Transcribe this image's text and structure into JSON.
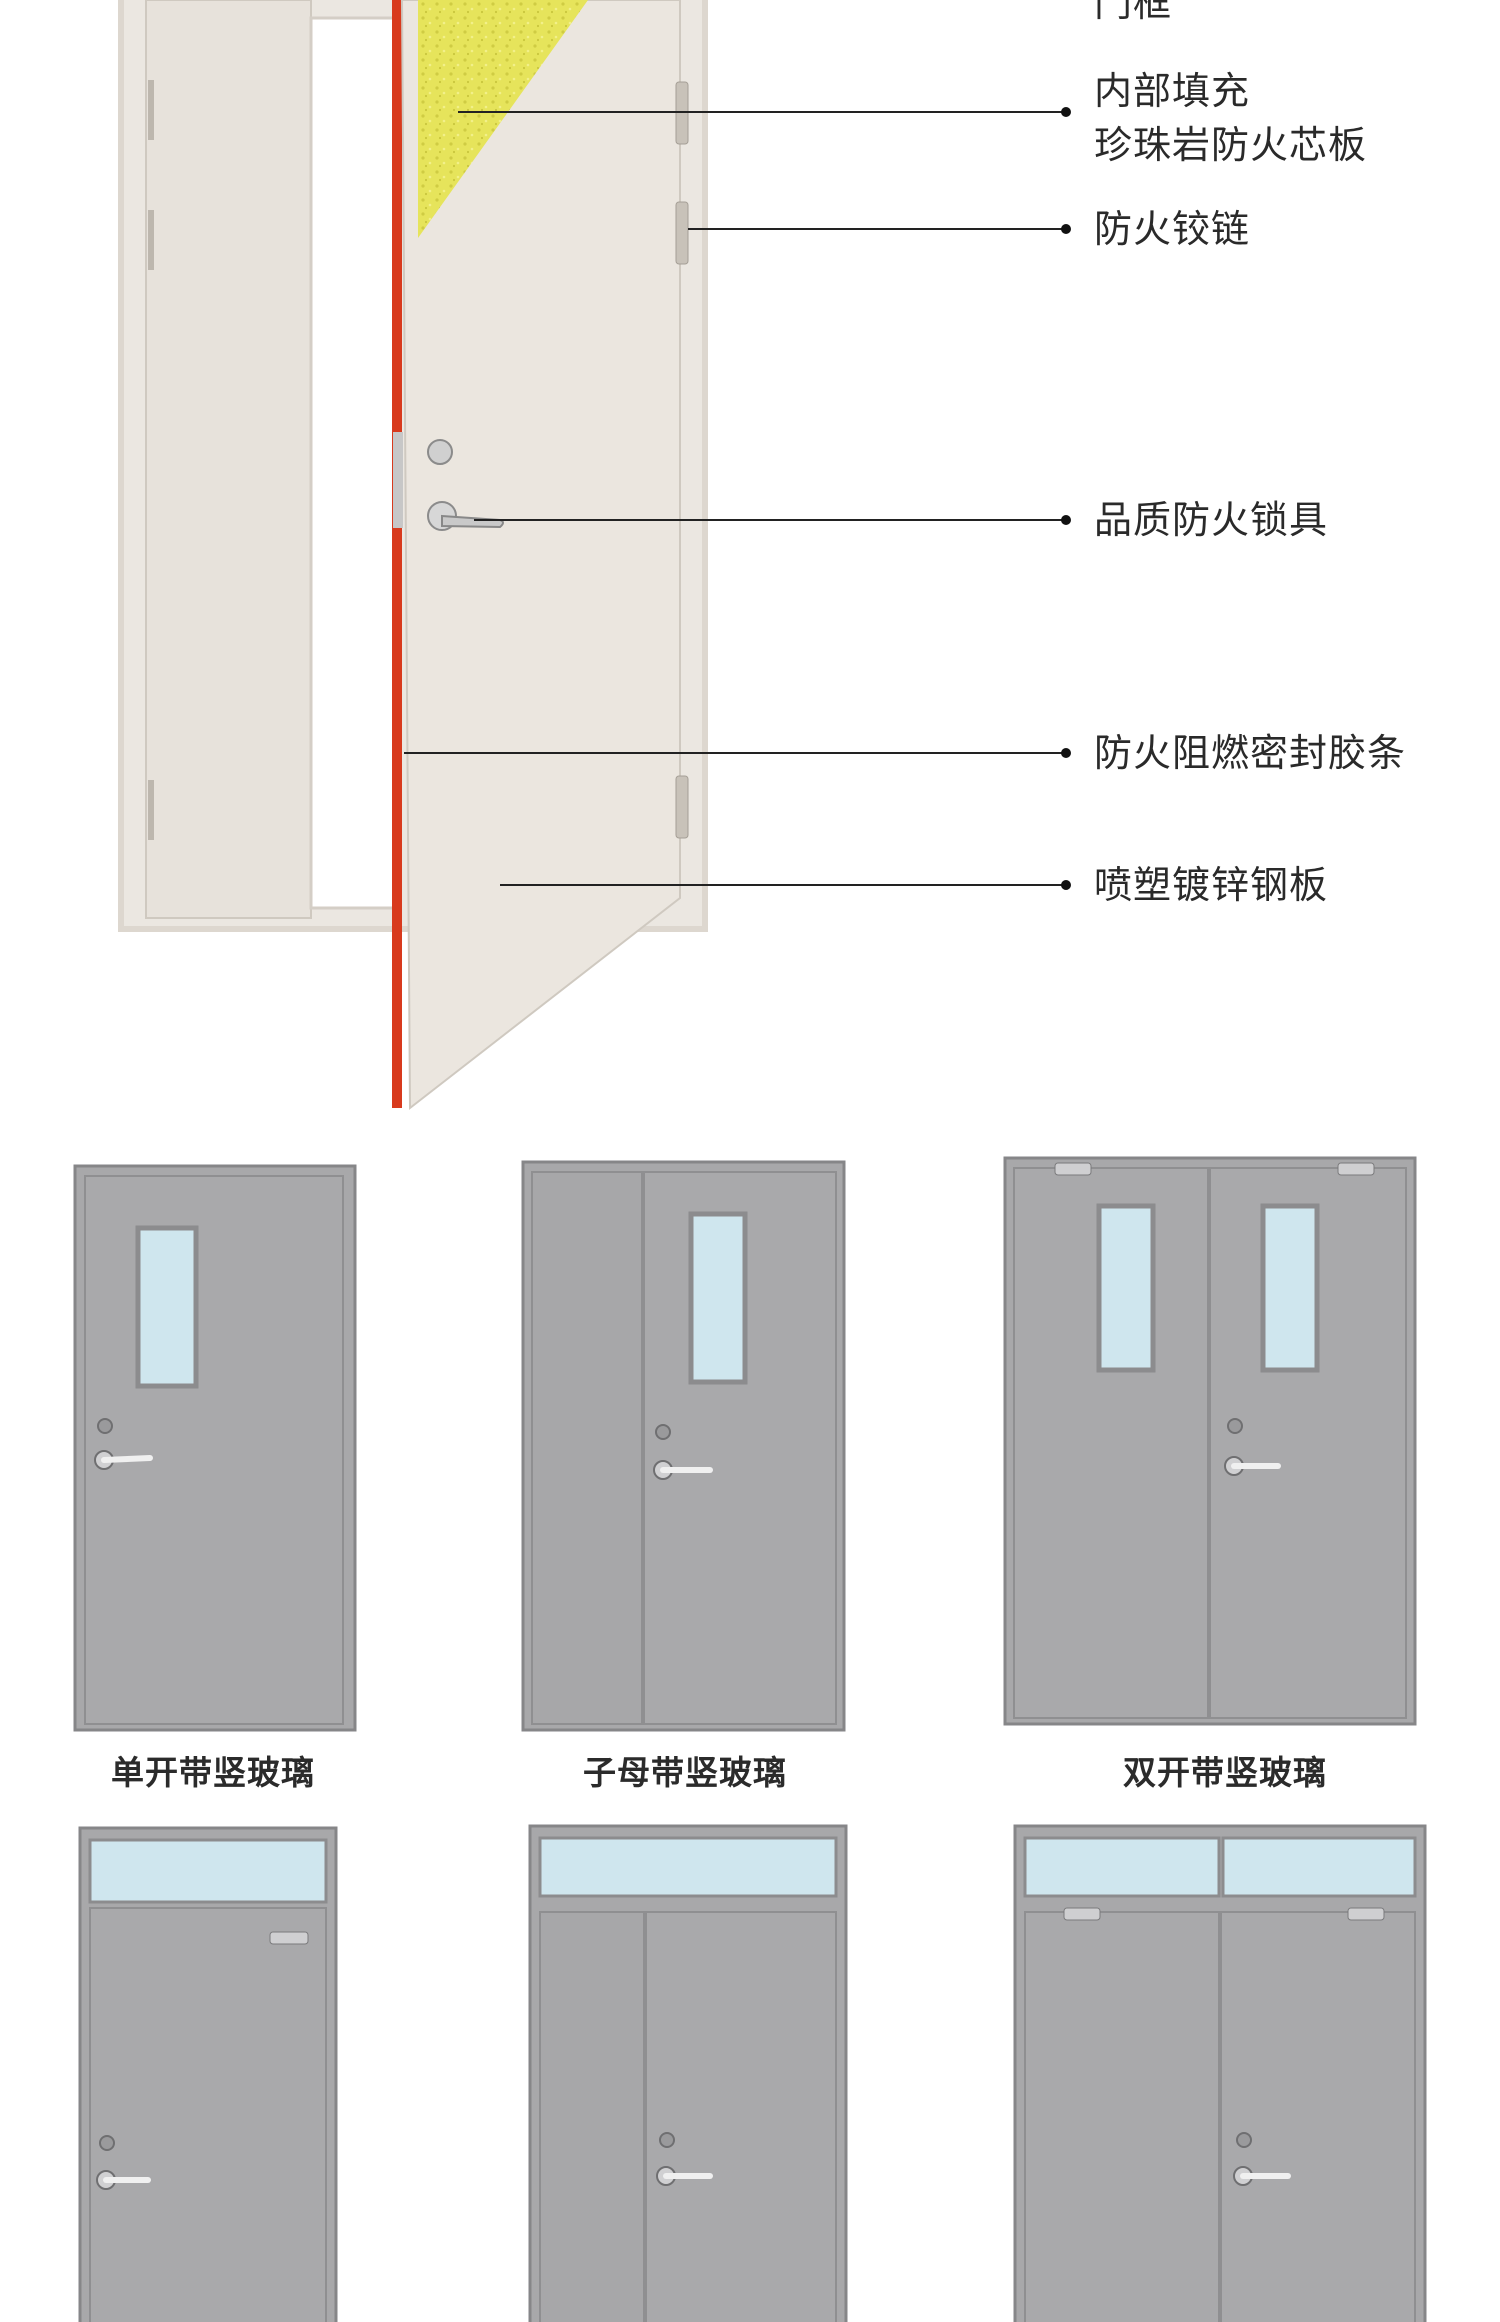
{
  "callouts": [
    {
      "lines": [
        "门框"
      ]
    },
    {
      "lines": [
        "内部填充",
        "珍珠岩防火芯板"
      ]
    },
    {
      "lines": [
        "防火铰链"
      ]
    },
    {
      "lines": [
        "品质防火锁具"
      ]
    },
    {
      "lines": [
        "防火阻燃密封胶条"
      ]
    },
    {
      "lines": [
        "喷塑镀锌钢板"
      ]
    }
  ],
  "variants": [
    {
      "label": "单开带竖玻璃"
    },
    {
      "label": "子母带竖玻璃"
    },
    {
      "label": "双开带竖玻璃"
    }
  ],
  "colors": {
    "door_cream": "#e9e4dd",
    "core_yellow": "#e8e55a",
    "seal_red": "#d83a1d",
    "door_grey": "#a9a9ab",
    "glass_blue": "#cfe6ee"
  }
}
